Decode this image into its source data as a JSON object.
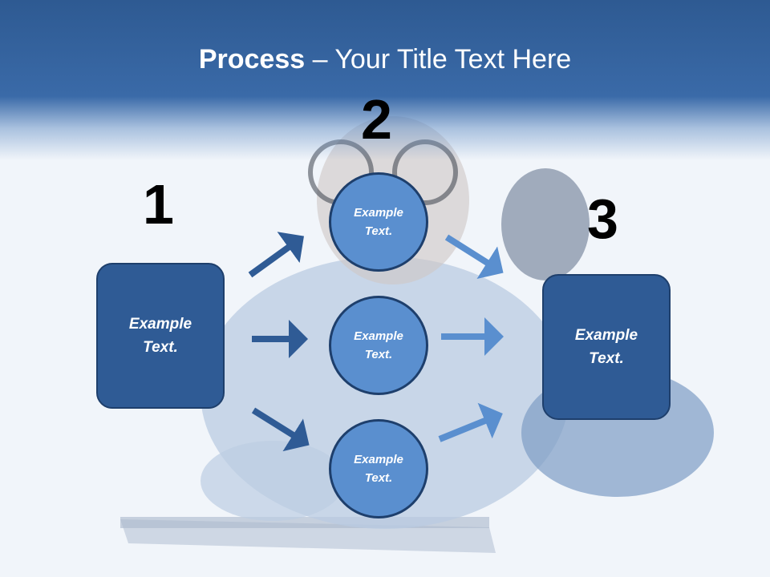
{
  "title": {
    "bold": "Process",
    "rest": " – Your Title Text Here"
  },
  "steps": [
    {
      "number": "1",
      "text": "Example\nText."
    },
    {
      "number": "2",
      "text": "Example\nText."
    },
    {
      "number": "3",
      "text": "Example\nText."
    }
  ],
  "circles": [
    {
      "text": "Example\nText."
    },
    {
      "text": "Example\nText."
    },
    {
      "text": "Example\nText."
    }
  ],
  "colors": {
    "box": "#2f5b95",
    "circle": "#5a8fcf",
    "arrow_dark": "#2f5b95",
    "arrow_light": "#5a8fcf",
    "header": "#2e5a92"
  }
}
